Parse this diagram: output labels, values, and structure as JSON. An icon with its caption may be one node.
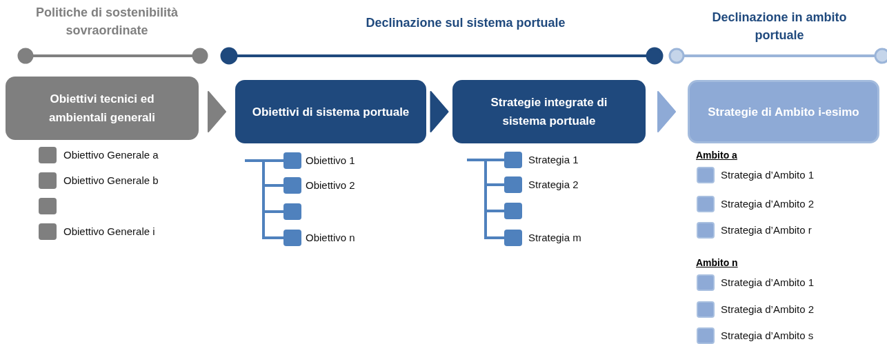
{
  "diagram": {
    "nodes": [
      {
        "text": [
          "Obiettivi tecnici ed ambientali generali"
        ]
      },
      {
        "text": [
          "Obiettivi di sistema portuale"
        ]
      },
      {
        "text": [
          "Strategie integrate di sistema portuale"
        ]
      },
      {
        "text": [
          "Strategie di Ambito i-esimo"
        ]
      },
      {
        "text": [],
        "shape": "box",
        "beside": [
          "Obiettivo Generale a"
        ]
      },
      {
        "text": [],
        "shape": "box",
        "beside": [
          "Obiettivo Generale b"
        ]
      },
      {
        "text": [],
        "shape": "box"
      },
      {
        "text": [],
        "shape": "box",
        "beside": [
          "Obiettivo Generale i"
        ]
      },
      {
        "text": [],
        "shape": "box",
        "beside": [
          "Obiettivo 1"
        ]
      },
      {
        "text": [],
        "shape": "box",
        "beside": [
          "Obiettivo 2"
        ]
      },
      {
        "text": [],
        "shape": "box"
      },
      {
        "text": [],
        "shape": "box",
        "beside": [
          "Obiettivo n"
        ]
      },
      {
        "text": [],
        "shape": "box",
        "beside": [
          "Strategia 1"
        ]
      },
      {
        "text": [],
        "shape": "box",
        "beside": [
          "Strategia 2"
        ]
      },
      {
        "text": [],
        "shape": "box"
      },
      {
        "text": [],
        "shape": "box",
        "beside": [
          "Strategia m"
        ]
      },
      {
        "text": [],
        "shape": "box",
        "beside": [
          "Strategia d’Ambito 1"
        ]
      },
      {
        "text": [],
        "shape": "box",
        "beside": [
          "Strategia d’Ambito 2"
        ]
      },
      {
        "text": [],
        "shape": "box",
        "beside": [
          "Strategia d’Ambito r"
        ]
      },
      {
        "text": [],
        "shape": "box",
        "beside": [
          "Strategia d’Ambito 1"
        ]
      },
      {
        "text": [],
        "shape": "box",
        "beside": [
          "Strategia d’Ambito 2"
        ]
      },
      {
        "text": [],
        "shape": "box",
        "beside": [
          "Strategia d’Ambito s"
        ]
      }
    ],
    "edges": [
      {
        "from": 0,
        "to": 1,
        "arrow": "to",
        "color": "#808080"
      },
      {
        "from": 1,
        "to": 2,
        "arrow": "to",
        "color": "#1f497d"
      },
      {
        "from": 2,
        "to": 3,
        "arrow": "to",
        "color": "#8eaad6"
      },
      {
        "from": null,
        "to": 8,
        "arrow": "none"
      },
      {
        "from": null,
        "to": 9,
        "arrow": "none"
      },
      {
        "from": null,
        "to": 10,
        "arrow": "none"
      },
      {
        "from": null,
        "to": 11,
        "arrow": "none"
      },
      {
        "from": null,
        "to": 12,
        "arrow": "none"
      },
      {
        "from": null,
        "to": 13,
        "arrow": "none"
      },
      {
        "from": null,
        "to": 14,
        "arrow": "none"
      },
      {
        "from": null,
        "to": 15,
        "arrow": "none"
      }
    ],
    "labels": [
      "Politiche di sostenibilità sovraordinate",
      "Declinazione sul sistema portuale",
      "Declinazione in ambito portuale",
      "Ambito a",
      "Ambito n"
    ]
  }
}
